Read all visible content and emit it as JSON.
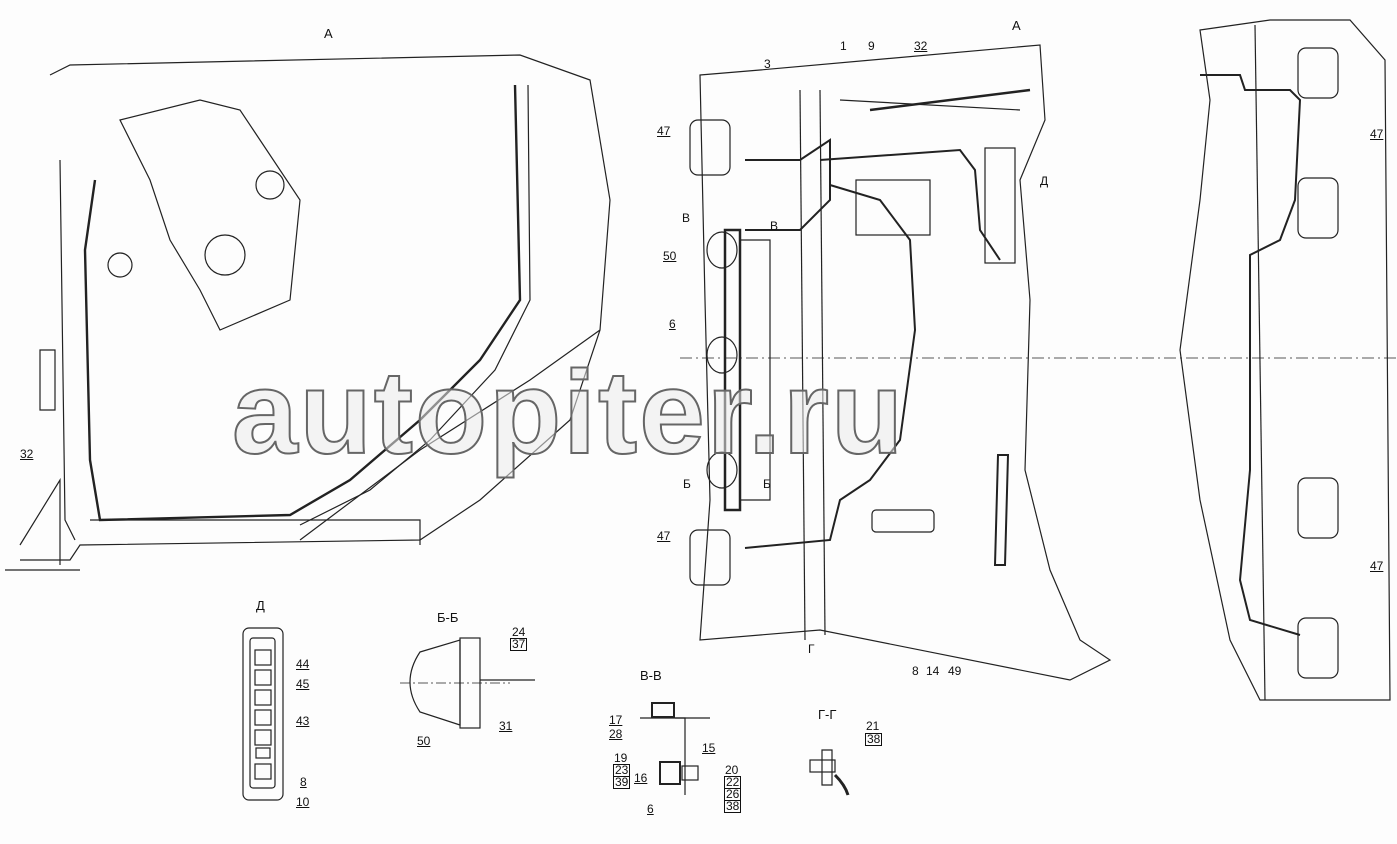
{
  "views": {
    "view_a_left": "А",
    "view_a_right": "А",
    "view_d": "Д",
    "section_bb": "Б-Б",
    "section_vv": "В-В",
    "section_gg": "Г-Г"
  },
  "section_marks": {
    "b": "Б",
    "v": "В",
    "g": "Г",
    "d": "Д"
  },
  "callouts": {
    "left_view": [
      "32"
    ],
    "main_view": [
      "3",
      "1",
      "9",
      "32",
      "47",
      "50",
      "6",
      "47",
      "8",
      "14",
      "49",
      "47",
      "47"
    ],
    "view_d": [
      "44",
      "45",
      "43",
      "8",
      "10"
    ],
    "section_bb": [
      "24",
      "37",
      "50",
      "31"
    ],
    "section_vv": [
      "17",
      "28",
      "19",
      "23",
      "39",
      "16",
      "6",
      "15",
      "20",
      "22",
      "26",
      "38"
    ],
    "section_gg": [
      "21",
      "38"
    ]
  },
  "watermark": "autopiter.ru",
  "colors": {
    "line": "#111111",
    "background": "#fdfdfd",
    "watermark": "#777777"
  }
}
